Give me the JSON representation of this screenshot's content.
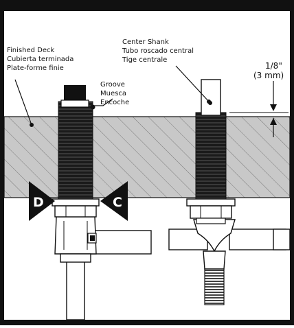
{
  "colors": {
    "frame": "#111111",
    "deck_fill": "#c8c8c8",
    "hatch": "#7a7a7a",
    "line": "#111111",
    "paper": "#ffffff"
  },
  "labels": {
    "finished_deck": [
      "Finished Deck",
      "Cubierta terminada",
      "Plate-forme finie"
    ],
    "center_shank": [
      "Center Shank",
      "Tubo roscado central",
      "Tige centrale"
    ],
    "groove": [
      "Groove",
      "Muesca",
      "Encoche"
    ],
    "dimension": [
      "1/8\"",
      "(3 mm)"
    ]
  },
  "badges": {
    "left": "D",
    "right": "C"
  }
}
